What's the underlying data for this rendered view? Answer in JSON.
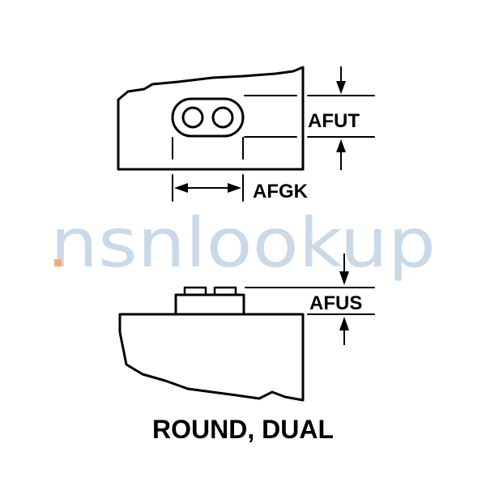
{
  "top_view": {
    "labels": {
      "height_label": "AFUT",
      "width_label": "AFGK"
    }
  },
  "side_view": {
    "labels": {
      "height_label": "AFUS"
    }
  },
  "watermark": {
    "text": "nsnlookup"
  },
  "caption": {
    "text": "ROUND, DUAL"
  }
}
